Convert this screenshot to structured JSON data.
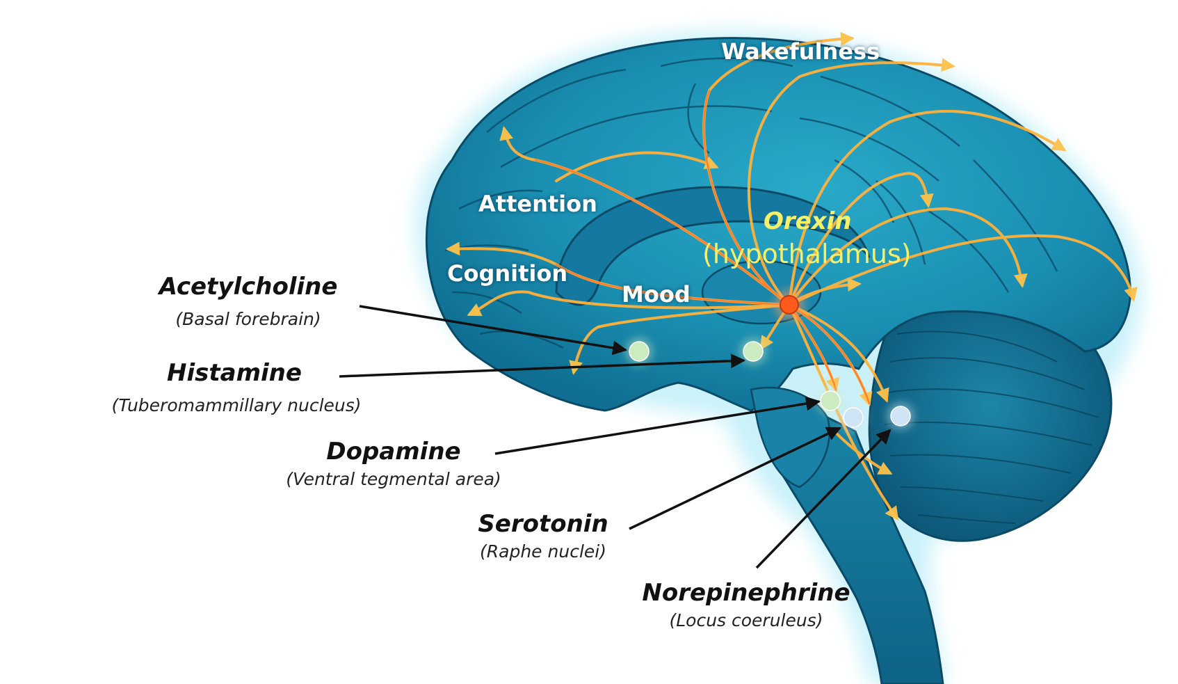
{
  "functions": {
    "wakefulness": "Wakefulness",
    "attention": "Attention",
    "cognition": "Cognition",
    "mood": "Mood"
  },
  "orexin": {
    "name": "Orexin",
    "region": "(hypothalamus)"
  },
  "neurotransmitters": [
    {
      "name": "Acetylcholine",
      "source": "(Basal forebrain)",
      "dot_color": "#cdebc0"
    },
    {
      "name": "Histamine",
      "source": "(Tuberomammillary nucleus)",
      "dot_color": "#cdebc0"
    },
    {
      "name": "Dopamine",
      "source": "(Ventral tegmental area)",
      "dot_color": "#cdebc0"
    },
    {
      "name": "Serotonin",
      "source": "(Raphe nuclei)",
      "dot_color": "#cfe4f5"
    },
    {
      "name": "Norepinephrine",
      "source": "(Locus coeruleus)",
      "dot_color": "#cfe4f5"
    }
  ],
  "colors": {
    "brain_fill": "#1a8fb2",
    "brain_dark": "#0d5f80",
    "brain_glow": "#8fe0f5",
    "pathway": "#ffb23a",
    "pathway_core": "#ff7a2a",
    "orexin_node": "#ff5a1e",
    "label_text": "#111111"
  }
}
